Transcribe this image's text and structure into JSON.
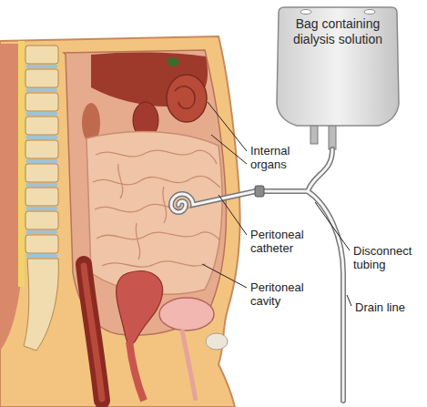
{
  "diagram": {
    "nodes": [
      {
        "text": [
          "Bag containing dialysis solution"
        ]
      }
    ],
    "labels": [
      "Internal organs",
      "Peritoneal catheter",
      "Disconnect tubing",
      "Peritoneal cavity",
      "Drain line"
    ]
  }
}
